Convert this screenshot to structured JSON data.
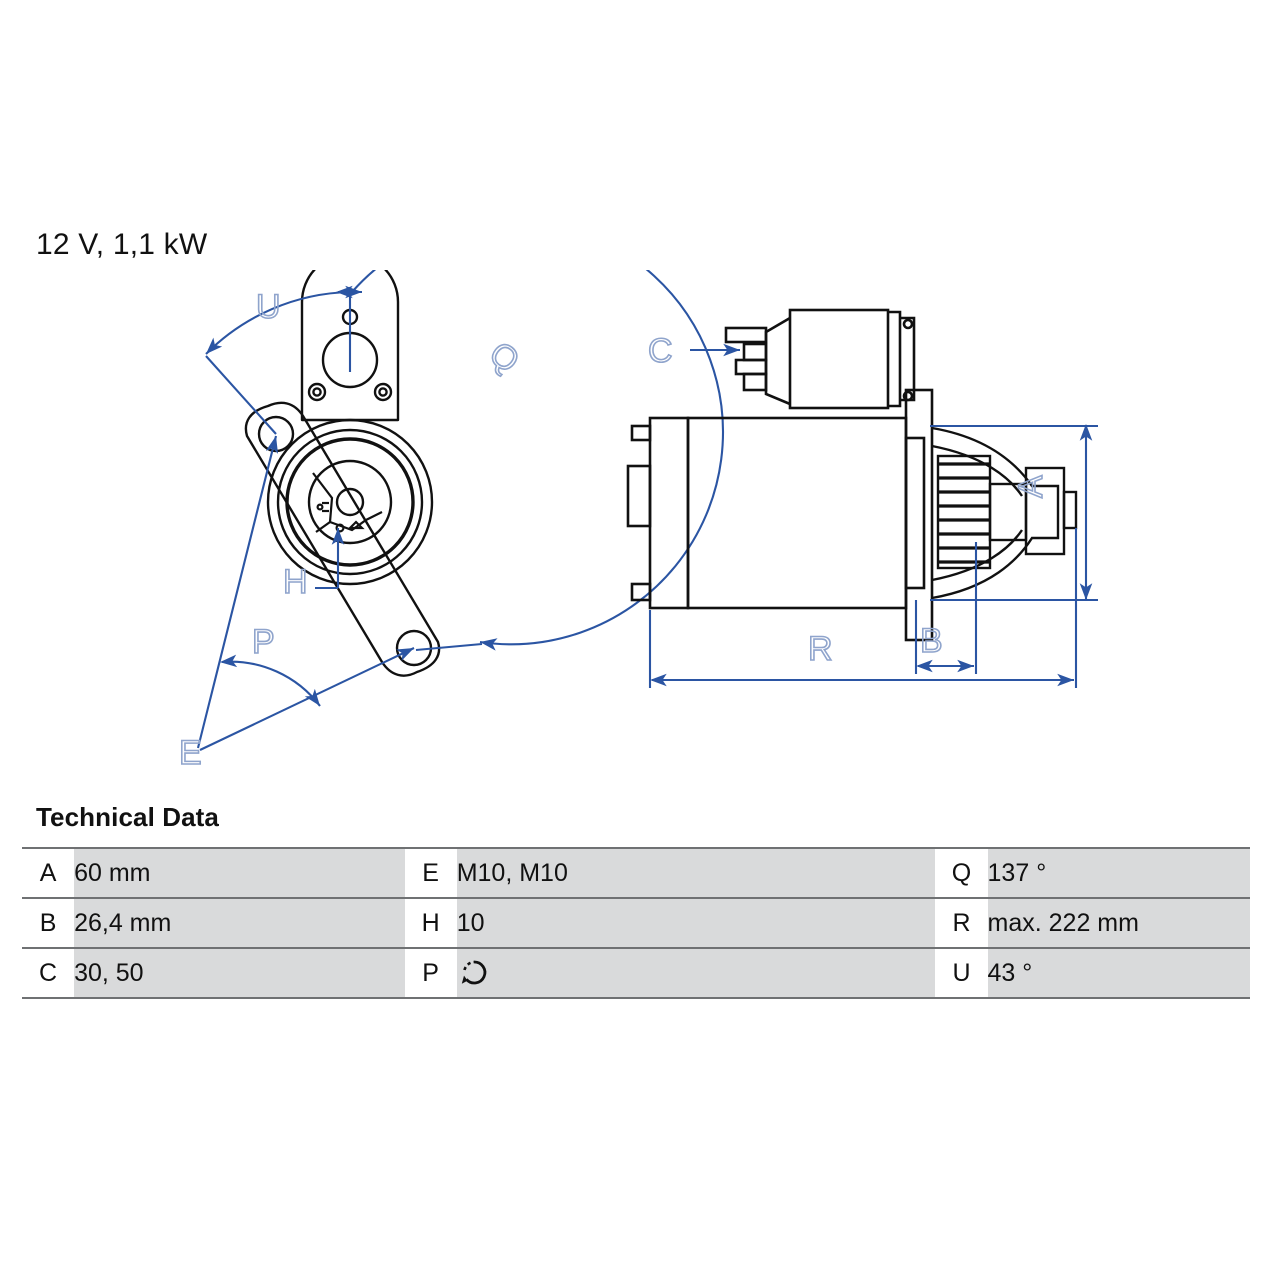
{
  "header": {
    "spec_title": "12 V, 1,1 kW"
  },
  "technical_data": {
    "heading": "Technical Data",
    "rows": [
      {
        "col1_key": "A",
        "col1_value": "60 mm",
        "col2_key": "E",
        "col2_value": "M10, M10",
        "col3_key": "Q",
        "col3_value": "137 °"
      },
      {
        "col1_key": "B",
        "col1_value": "26,4 mm",
        "col2_key": "H",
        "col2_value": "10",
        "col3_key": "R",
        "col3_value": "max. 222 mm"
      },
      {
        "col1_key": "C",
        "col1_value": "30, 50",
        "col2_key": "P",
        "col2_value": "",
        "col3_key": "U",
        "col3_value": "43 °"
      }
    ],
    "rotation_symbol_name": "counterclockwise-rotation-icon"
  },
  "drawings": {
    "front_view": {
      "name": "starter-front-view",
      "dimension_labels": [
        "U",
        "Q",
        "H",
        "P",
        "E"
      ]
    },
    "side_view": {
      "name": "starter-side-view",
      "dimension_labels": [
        "C",
        "A",
        "B",
        "R"
      ]
    }
  },
  "colors": {
    "dimension_blue": "#2b55a3",
    "dimension_label_blue": "#8fa4cc",
    "outline_black": "#111111",
    "table_value_bg": "#d9dadb",
    "table_rule": "#6f7173",
    "page_bg": "#ffffff"
  }
}
